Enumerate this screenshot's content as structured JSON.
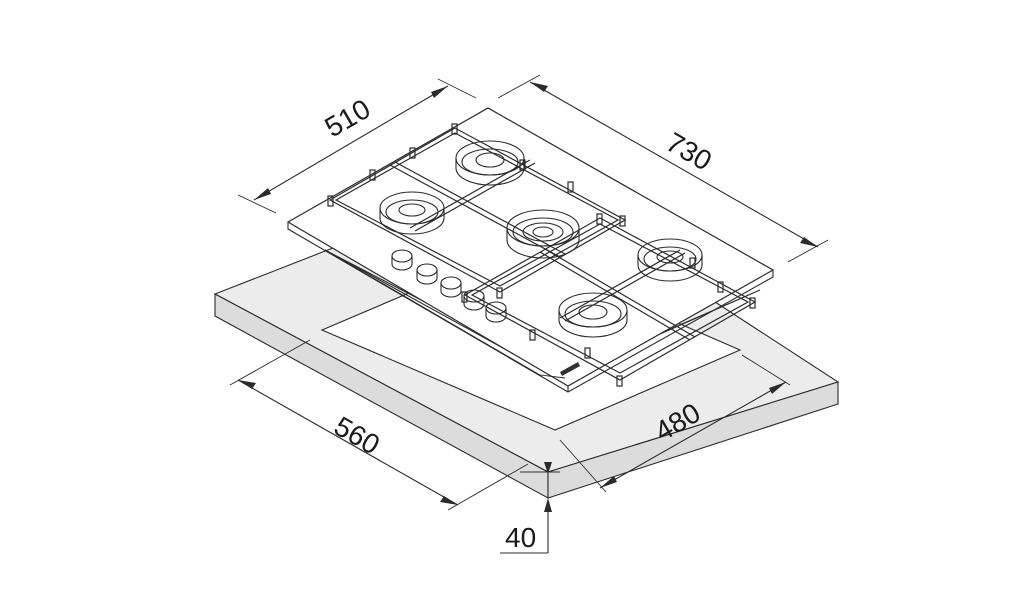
{
  "dimensions": {
    "hob_depth": "510",
    "hob_width": "730",
    "cutout_depth": "480",
    "cutout_width": "560",
    "thickness": "40"
  },
  "colors": {
    "line": "#2b2b2b",
    "worktop_top": "#ececec",
    "worktop_side": "#dcdcdc",
    "background": "#ffffff"
  }
}
